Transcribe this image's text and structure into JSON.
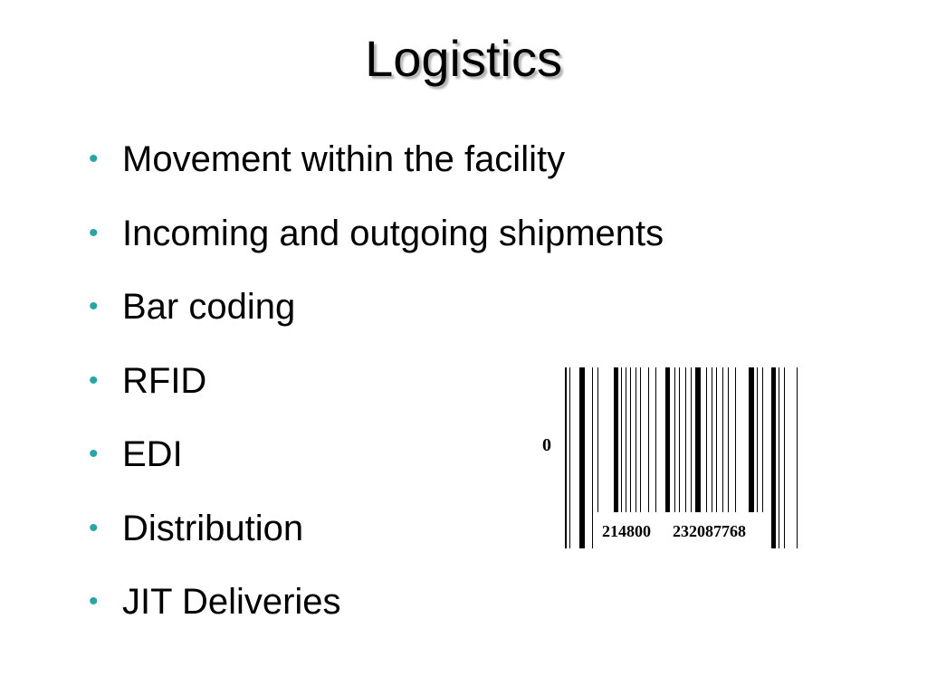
{
  "slide": {
    "title": "Logistics",
    "bullets": [
      "Movement within the facility",
      "Incoming and outgoing shipments",
      "Bar coding",
      "RFID",
      "EDI",
      "Distribution",
      "JIT Deliveries"
    ],
    "bullet_symbol": "•",
    "bullet_color": "#2aa5a5"
  },
  "barcode": {
    "number_system_digit": "0",
    "left_group": "214800",
    "right_group": "232087768"
  }
}
